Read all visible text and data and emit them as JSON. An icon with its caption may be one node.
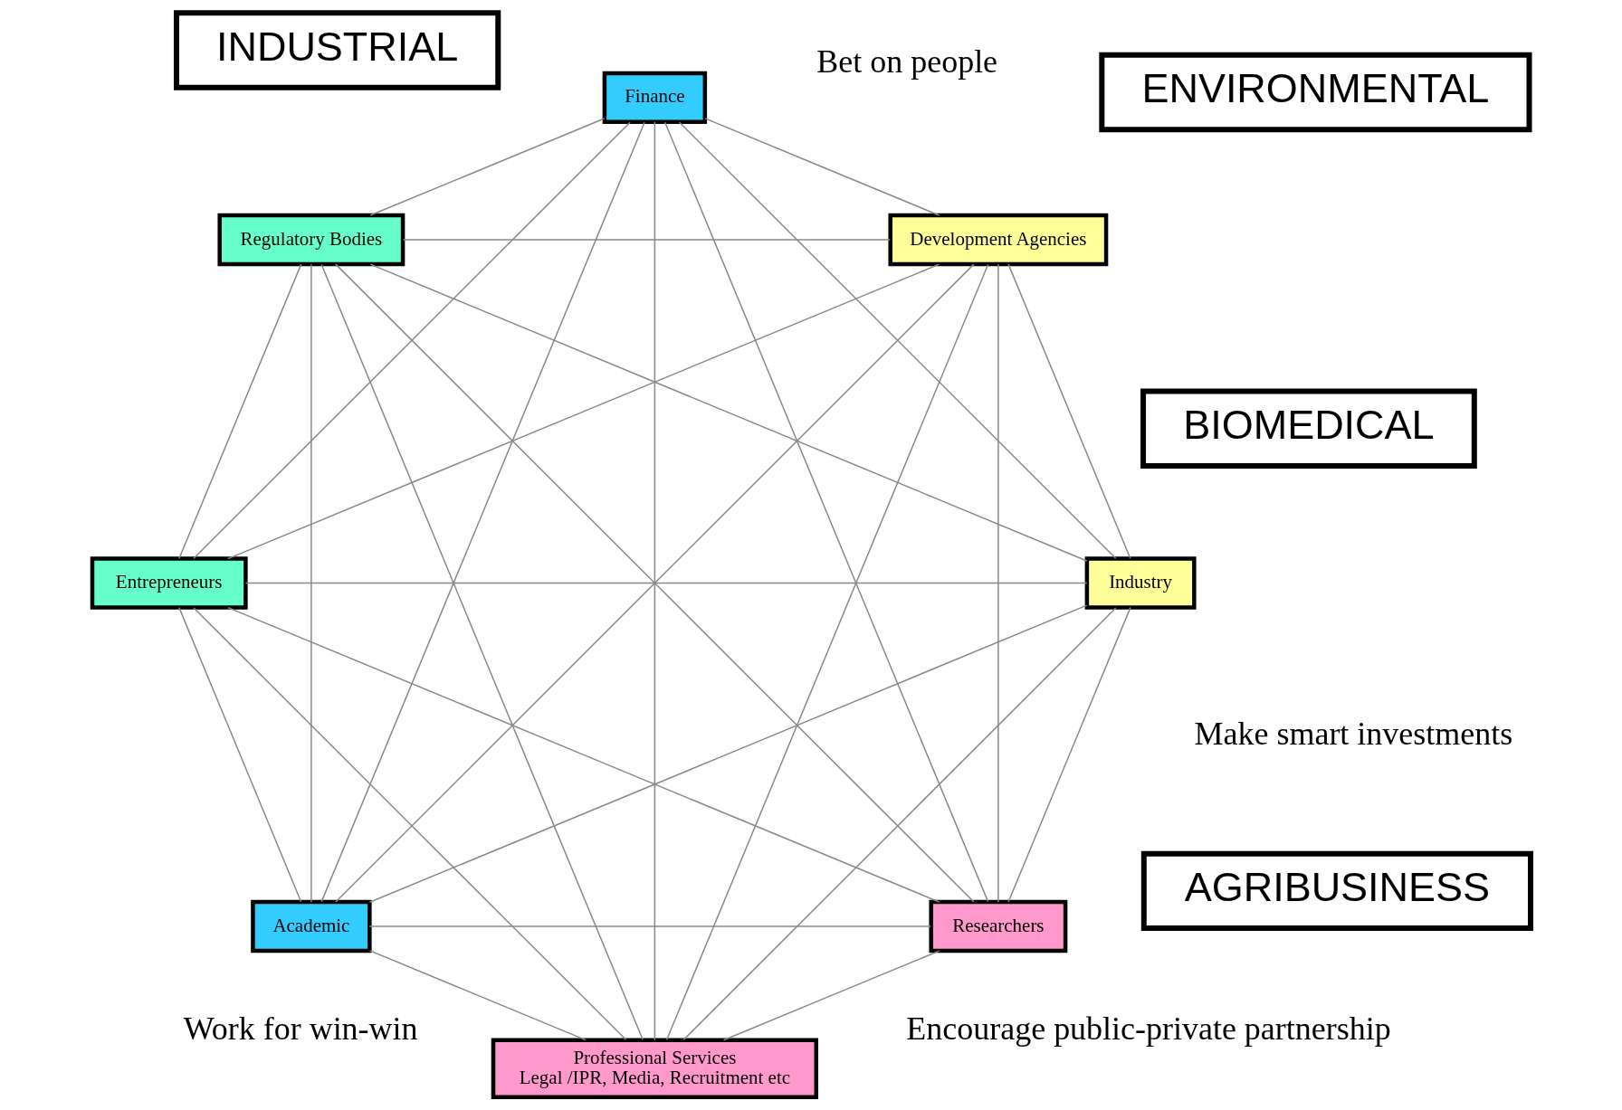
{
  "diagram": {
    "nodes": [
      {
        "text": [
          "BIOMEDICAL"
        ]
      },
      {
        "text": [
          "Researchers"
        ]
      },
      {
        "text": [
          "Industry"
        ]
      },
      {
        "text": [
          "Academic"
        ]
      },
      {
        "text": [
          "AGRIBUSINESS"
        ]
      },
      {
        "text": [
          "INDUSTRIAL"
        ]
      },
      {
        "text": [
          "Entrepreneurs"
        ]
      },
      {
        "text": [
          "Regulatory Bodies"
        ]
      },
      {
        "text": [
          "Finance"
        ]
      },
      {
        "text": [
          "Development Agencies"
        ]
      },
      {
        "text": [
          "Professional Services",
          "Legal /IPR, Media, Recruitment etc"
        ]
      },
      {
        "text": [
          "ENVIRONMENTAL"
        ]
      }
    ],
    "edges": [
      {
        "from": 1,
        "to": 2,
        "arrow": "none"
      },
      {
        "from": 1,
        "to": 3,
        "arrow": "none"
      },
      {
        "from": 1,
        "to": 6,
        "arrow": "none"
      },
      {
        "from": 1,
        "to": 7,
        "arrow": "none"
      },
      {
        "from": 1,
        "to": 8,
        "arrow": "none"
      },
      {
        "from": 1,
        "to": 9,
        "arrow": "none"
      },
      {
        "from": 1,
        "to": 10,
        "arrow": "none"
      },
      {
        "from": 2,
        "to": 3,
        "arrow": "none"
      },
      {
        "from": 2,
        "to": 6,
        "arrow": "none"
      },
      {
        "from": 2,
        "to": 7,
        "arrow": "none"
      },
      {
        "from": 2,
        "to": 8,
        "arrow": "none"
      },
      {
        "from": 2,
        "to": 9,
        "arrow": "none"
      },
      {
        "from": 2,
        "to": 10,
        "arrow": "none"
      },
      {
        "from": 3,
        "to": 6,
        "arrow": "none"
      },
      {
        "from": 3,
        "to": 7,
        "arrow": "none"
      },
      {
        "from": 3,
        "to": 8,
        "arrow": "none"
      },
      {
        "from": 3,
        "to": 9,
        "arrow": "none"
      },
      {
        "from": 3,
        "to": 10,
        "arrow": "none"
      },
      {
        "from": 6,
        "to": 7,
        "arrow": "none"
      },
      {
        "from": 6,
        "to": 8,
        "arrow": "none"
      },
      {
        "from": 6,
        "to": 9,
        "arrow": "none"
      },
      {
        "from": 6,
        "to": 10,
        "arrow": "none"
      },
      {
        "from": 7,
        "to": 8,
        "arrow": "none"
      },
      {
        "from": 7,
        "to": 9,
        "arrow": "none"
      },
      {
        "from": 7,
        "to": 10,
        "arrow": "none"
      },
      {
        "from": 8,
        "to": 9,
        "arrow": "none"
      },
      {
        "from": 8,
        "to": 10,
        "arrow": "none"
      },
      {
        "from": 9,
        "to": 10,
        "arrow": "none"
      }
    ],
    "labels": [
      "Work for win-win",
      "Encourage public-private partnership",
      "Bet on people",
      "Make smart investments"
    ]
  }
}
